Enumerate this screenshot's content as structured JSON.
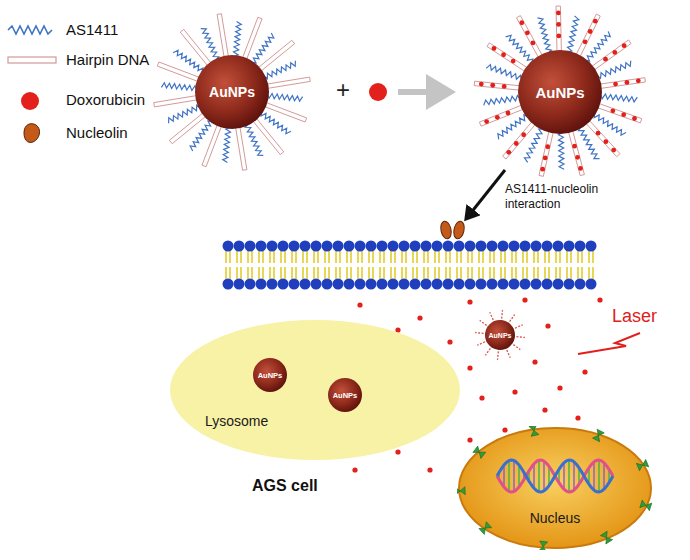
{
  "diagram": {
    "nodes": [
      {
        "text": [
          "AuNPs"
        ]
      },
      {
        "text": [
          "AuNPs"
        ]
      },
      {
        "text": [
          "Lysosome"
        ]
      },
      {
        "text": [
          "AuNPs"
        ],
        "in": 2
      },
      {
        "text": [
          "AuNPs"
        ],
        "in": 2
      },
      {
        "text": [
          "AuNPs"
        ]
      },
      {
        "text": [
          "Nucleus"
        ]
      }
    ],
    "labels": [
      "+",
      "AS1411-nucleolin interaction",
      "Laser",
      "AGS cell"
    ],
    "legend": [
      {
        "text": "AS1411"
      },
      {
        "text": "Hairpin DNA"
      },
      {
        "text": "Doxorubicin",
        "color": "#e3201c"
      },
      {
        "text": "Nucleolin"
      }
    ]
  }
}
